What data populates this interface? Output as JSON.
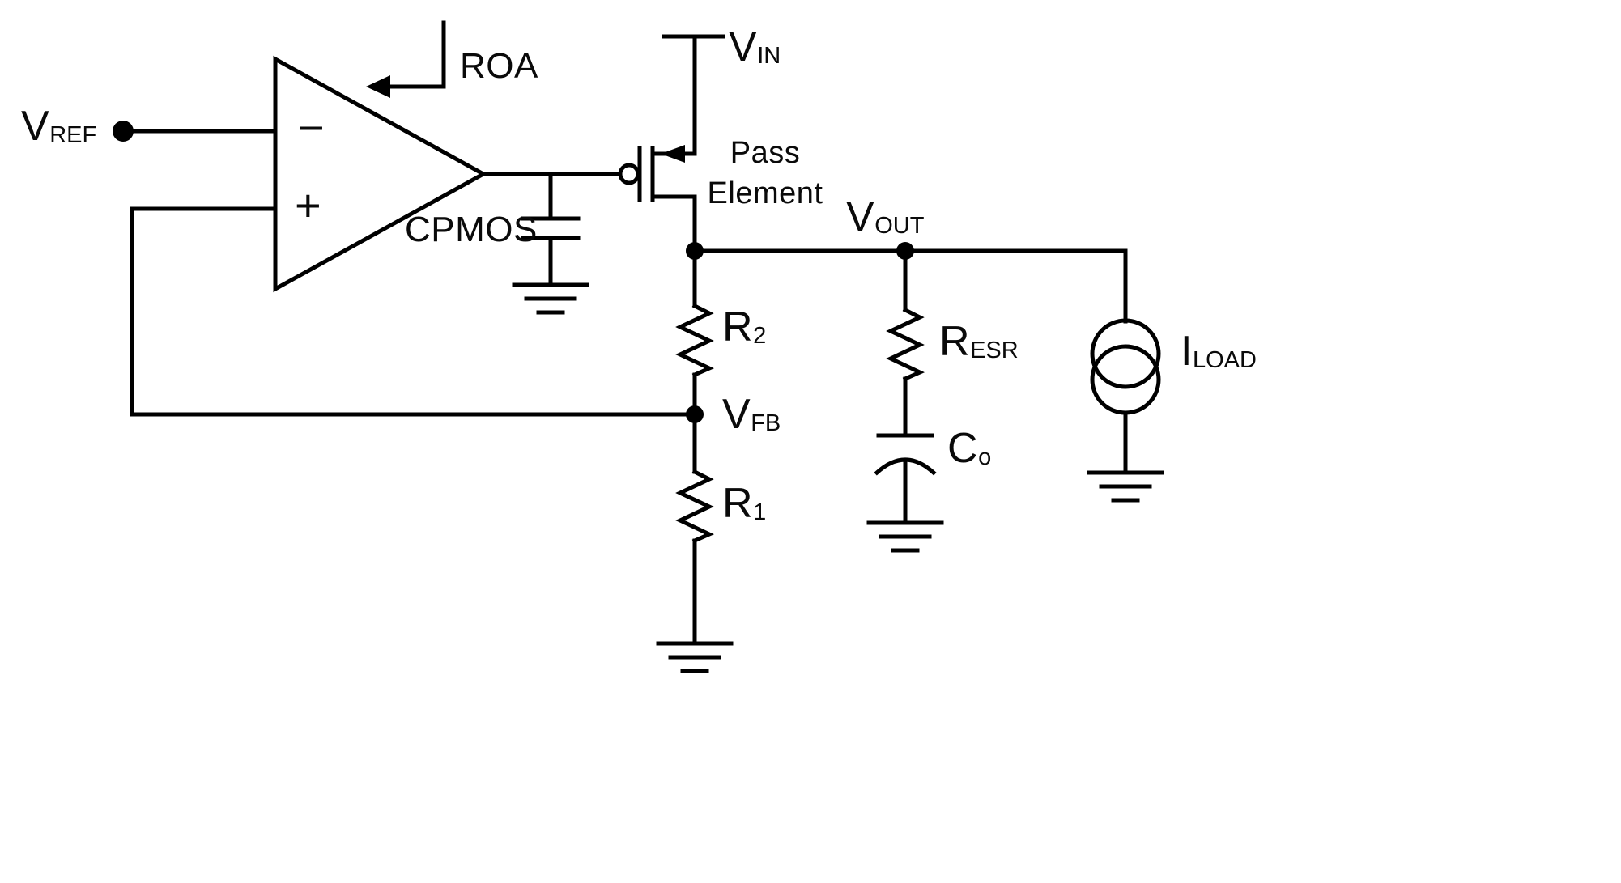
{
  "diagram_type": "LDO voltage regulator circuit schematic",
  "colors": {
    "line": "#000000",
    "background": "#ffffff",
    "text": "#0a0a0a"
  },
  "labels": {
    "vref": {
      "base": "V",
      "sub": "REF"
    },
    "roa": {
      "base": "ROA"
    },
    "opamp_minus": {
      "base": "−"
    },
    "opamp_plus": {
      "base": "+"
    },
    "cpmos": {
      "base": "CPMOS"
    },
    "vin": {
      "base": "V",
      "sub": "IN"
    },
    "pass_element": {
      "line1": "Pass",
      "line2": "Element"
    },
    "vout": {
      "base": "V",
      "sub": "OUT"
    },
    "r2": {
      "base": "R",
      "sub": "2"
    },
    "vfb": {
      "base": "V",
      "sub": "FB"
    },
    "r1": {
      "base": "R",
      "sub": "1"
    },
    "resr": {
      "base": "R",
      "sub": "ESR"
    },
    "co": {
      "base": "C",
      "sub": "o"
    },
    "iload": {
      "base": "I",
      "sub": "LOAD"
    }
  },
  "components": {
    "opamp": "error-amplifier",
    "pass_device": "PMOS transistor",
    "feedback_divider": [
      "R2",
      "R1"
    ],
    "output_network": [
      "RESR",
      "Co",
      "ILOAD"
    ]
  }
}
